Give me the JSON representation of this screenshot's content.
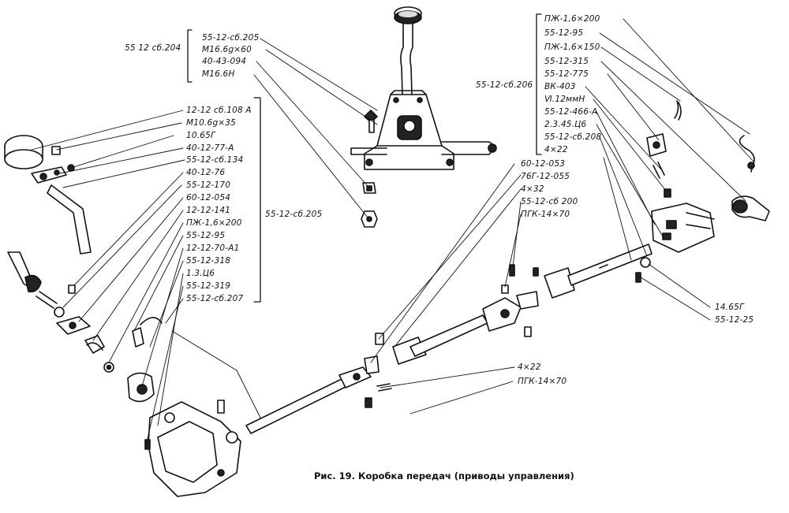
{
  "caption": "Рис. 19. Коробка передач (приводы управления)",
  "groups": {
    "g1": "55 12 сб.204",
    "g2": "55-12-сб.205",
    "g3": "55-12-сб.206"
  },
  "labels_top_center": [
    "55-12-сб.205",
    "М16.6g×60",
    "40-43-094",
    "М16.6Н"
  ],
  "labels_left_column": [
    "12-12 сб.108 А",
    "М10.6g×35",
    "10.65Г",
    "40-12-77-А",
    "55-12-сб.134",
    "40-12-76",
    "55-12-170",
    "60-12-054",
    "12-12-141",
    "ПЖ-1,6×200",
    "55-12-95",
    "12-12-70-А1",
    "55-12-318",
    "1.3.Ц6",
    "55-12-319",
    "55-12-сб.207"
  ],
  "labels_right_column": [
    "ПЖ-1,6×200",
    "55-12-95",
    "ПЖ-1,6×150",
    "55-12-315",
    "55-12-775",
    "ВК-403",
    "Ⅵ.12ммН",
    "55-12-466-А",
    "2.3.45.Ц6",
    "55-12-сб.208",
    "4×22"
  ],
  "labels_middle": [
    "60-12-053",
    "76Г-12-055",
    "4×32",
    "55-12-сб 200",
    "ПГК-14×70"
  ],
  "labels_bottom_right": [
    "14.65Г",
    "55-12-25"
  ],
  "labels_bottom_center": [
    "4×22",
    "ПГК-14×70"
  ]
}
